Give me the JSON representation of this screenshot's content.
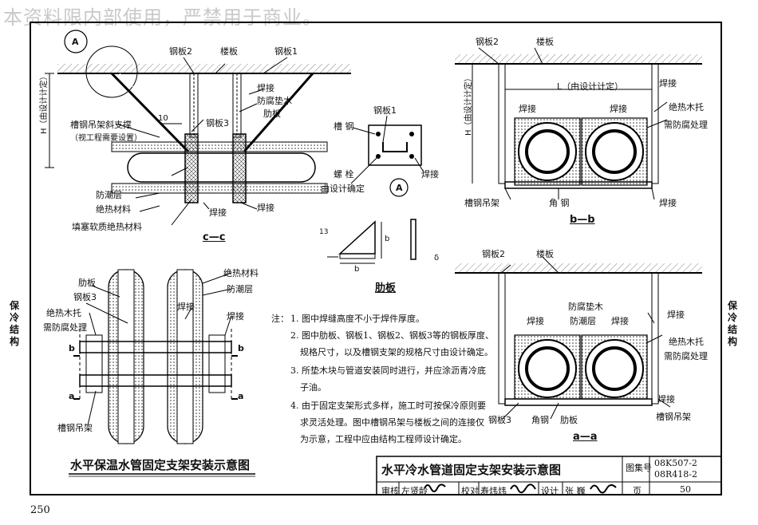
{
  "watermark": "本资料限内部使用，严禁用于商业。",
  "page_number": "250",
  "side_tab": "保冷结构",
  "sheet_title": "水平保温水管固定支架安装示意图",
  "title_block": {
    "title": "水平冷水管道固定支架安装示意图",
    "atlas_label": "图集号",
    "atlas_no_1": "08K507-2",
    "atlas_no_2": "08R418-2",
    "review_label": "审核",
    "reviewer": "左贤龄",
    "check_label": "校对",
    "checker": "寿炜炜",
    "design_label": "设计",
    "designer": "张 巍",
    "page_label": "页",
    "page": "50"
  },
  "section_labels": {
    "cc": "c—c",
    "bb": "b—b",
    "aa": "a—a",
    "rib": "肋板",
    "detail_a": "A"
  },
  "labels": {
    "steel_plate_2": "钢板2",
    "floor_slab": "楼板",
    "steel_plate_1": "钢板1",
    "weld": "焊接",
    "anticorrosion_pad": "防腐垫木",
    "rib_plate": "肋板",
    "steel_plate_3": "钢板3",
    "channel_diag_brace": "槽钢吊架斜支撑",
    "diag_brace_note": "（视工程需要设置）",
    "h_dim": "H（由设计计定）",
    "dim_10": "10",
    "moisture_layer": "防潮层",
    "insulation_material": "绝热材料",
    "fill_soft_insulation": "填塞软质绝热材料",
    "channel": "槽 钢",
    "bolt": "螺 栓",
    "by_design": "由设计确定",
    "l_dim": "L（由设计计定）",
    "insulated_wood_support": "绝热木托",
    "needs_anticorrosion": "需防腐处理",
    "channel_hanger": "槽钢吊架",
    "angle_steel": "角 钢",
    "rib_b": "b",
    "rib_13": "13",
    "rib_delta": "δ",
    "sec_b": "b",
    "sec_a": "a",
    "angle_steel_2": "角钢"
  },
  "notes_heading": "注：",
  "notes": [
    "1. 图中焊缝高度不小于焊件厚度。",
    "2. 图中肋板、钢板1、钢板2、钢板3等的钢板厚度、",
    "规格尺寸，以及槽钢支架的规格尺寸由设计确定。",
    "3. 所垫木块与管道安装同时进行，并应涂沥青冷底",
    "子油。",
    "4. 由于固定支架形式多样，施工时可按保冷原则要",
    "求灵活处理。图中槽钢吊架与楼板之间的连接仅",
    "为示意，工程中应由结构工程师设计确定。"
  ]
}
